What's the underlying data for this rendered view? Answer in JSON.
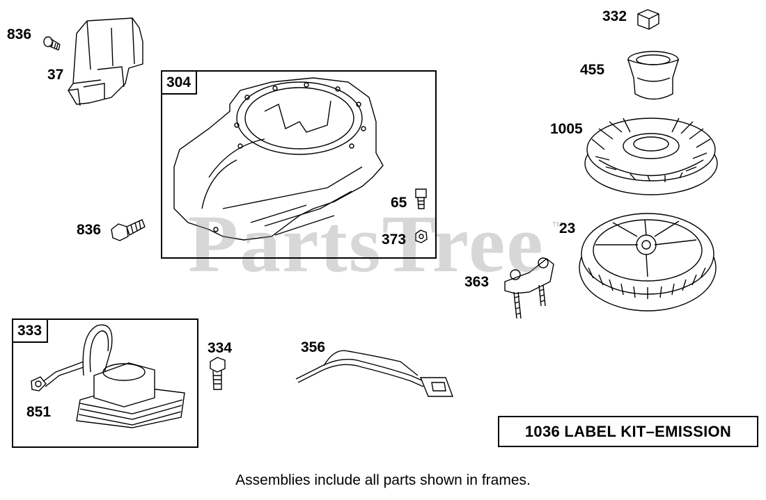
{
  "diagram": {
    "parts": [
      {
        "id": "p836a",
        "label": "836",
        "icon": "screw-icon"
      },
      {
        "id": "p37",
        "label": "37",
        "icon": "bracket-icon"
      },
      {
        "id": "p304",
        "label": "304",
        "icon": "blower-housing-icon"
      },
      {
        "id": "p65",
        "label": "65",
        "icon": "screw-icon"
      },
      {
        "id": "p373",
        "label": "373",
        "icon": "nut-icon"
      },
      {
        "id": "p836b",
        "label": "836",
        "icon": "bolt-icon"
      },
      {
        "id": "p332",
        "label": "332",
        "icon": "nut-icon"
      },
      {
        "id": "p455",
        "label": "455",
        "icon": "starter-cup-icon"
      },
      {
        "id": "p1005",
        "label": "1005",
        "icon": "fan-icon"
      },
      {
        "id": "p23",
        "label": "23",
        "icon": "flywheel-icon"
      },
      {
        "id": "p363",
        "label": "363",
        "icon": "brake-bracket-icon"
      },
      {
        "id": "p333",
        "label": "333",
        "icon": "armature-icon"
      },
      {
        "id": "p851",
        "label": "851",
        "icon": "spark-plug-terminal-icon"
      },
      {
        "id": "p334",
        "label": "334",
        "icon": "screw-icon"
      },
      {
        "id": "p356",
        "label": "356",
        "icon": "ground-wire-icon"
      }
    ],
    "kit_label": "1036 LABEL KIT–EMISSION",
    "footer_note": "Assemblies include all parts shown in frames.",
    "watermark": "PartsTree",
    "trademark": "TM"
  }
}
